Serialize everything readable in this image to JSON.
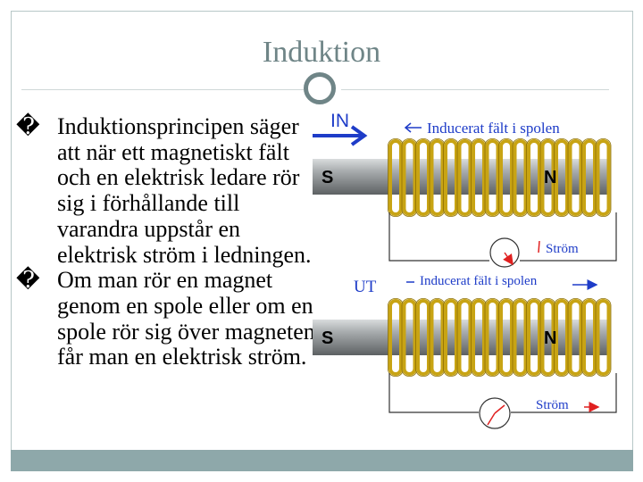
{
  "slide": {
    "title": "Induktion",
    "bullet_marker": "�",
    "bullets": [
      "Induktionsprincipen säger att när ett magnetiskt fält och en elektrisk ledare rör sig i förhållande till varandra uppstår en elektrisk ström i ledningen.",
      "Om man rör en magnet genom en spole eller om en spole rör sig över magneten får man en elektrisk ström."
    ]
  },
  "diagram_top": {
    "direction_label": "IN",
    "magnet_south": "S",
    "magnet_north": "N",
    "field_label": "Inducerat fält i spolen",
    "current_label": "Ström"
  },
  "diagram_bottom": {
    "direction_label": "UT",
    "magnet_south": "S",
    "magnet_north": "N",
    "field_label": "Inducerat fält i spolen",
    "current_label": "Ström"
  },
  "colors": {
    "coil": "#c8a414",
    "coil_dark": "#8c6e00",
    "magnet": "#8f9496",
    "arrow_blue": "#1e3cc8",
    "arrow_red": "#e02020",
    "frame_accent": "#6f8587",
    "bottom_bar": "#8ea8aa"
  }
}
